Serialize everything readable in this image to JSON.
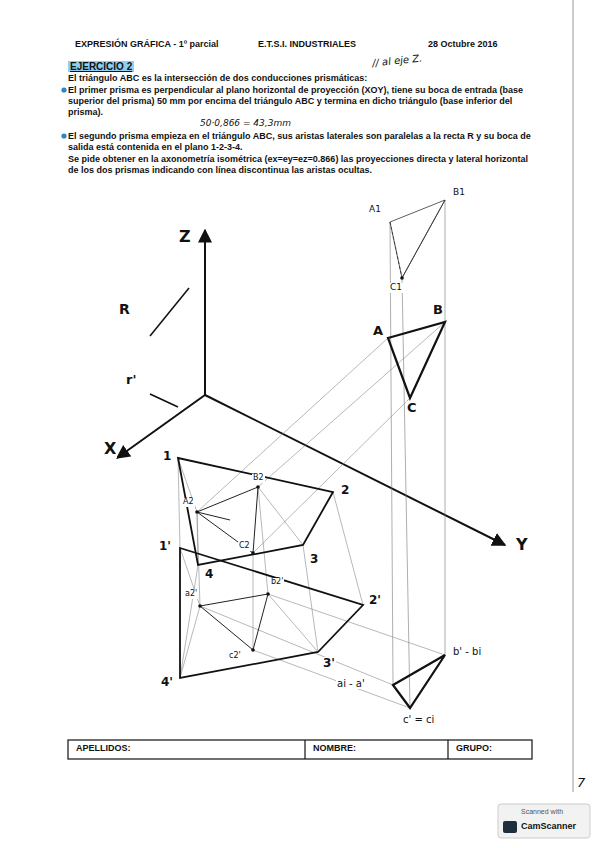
{
  "diagram": {
    "title": "EJERCICIO 2",
    "labels": [
      "EXPRESIÓN GRÁFICA - 1º parcial",
      "E.T.S.I. INDUSTRIALES",
      "28 Octubre 2016",
      "El triángulo ABC es la intersección de dos conducciones prismáticas:",
      "// al eje Z.",
      "El primer prisma es perpendicular al plano horizontal de proyección (XOY), tiene su boca de entrada (base superior del prisma) 50 mm por encima del triángulo ABC y termina en dicho triángulo (base inferior del prisma).",
      "50·0,866 = 43,3mm",
      "El segundo prisma empieza en el triángulo ABC, sus aristas laterales son paralelas a la recta R y su boca de salida está contenida en el plano 1-2-3-4.",
      "Se pide obtener en la axonometría isométrica (ex=ey=ez=0.866) las proyecciones directa y lateral horizontal de los dos prismas indicando con línea discontinua las aristas ocultas.",
      "Z",
      "R",
      "r'",
      "X",
      "Y",
      "A1",
      "B1",
      "C1",
      "A",
      "B",
      "C",
      "1",
      "2",
      "3",
      "4",
      "A2",
      "B2",
      "C2",
      "1'",
      "2'",
      "3'",
      "4'",
      "a2'",
      "b2'",
      "c2'",
      "ai - a'",
      "b' - bi",
      "c' = ci",
      "APELLIDOS:",
      "NOMBRE:",
      "GRUPO:",
      "7",
      "Scanned with",
      "CamScanner"
    ]
  }
}
